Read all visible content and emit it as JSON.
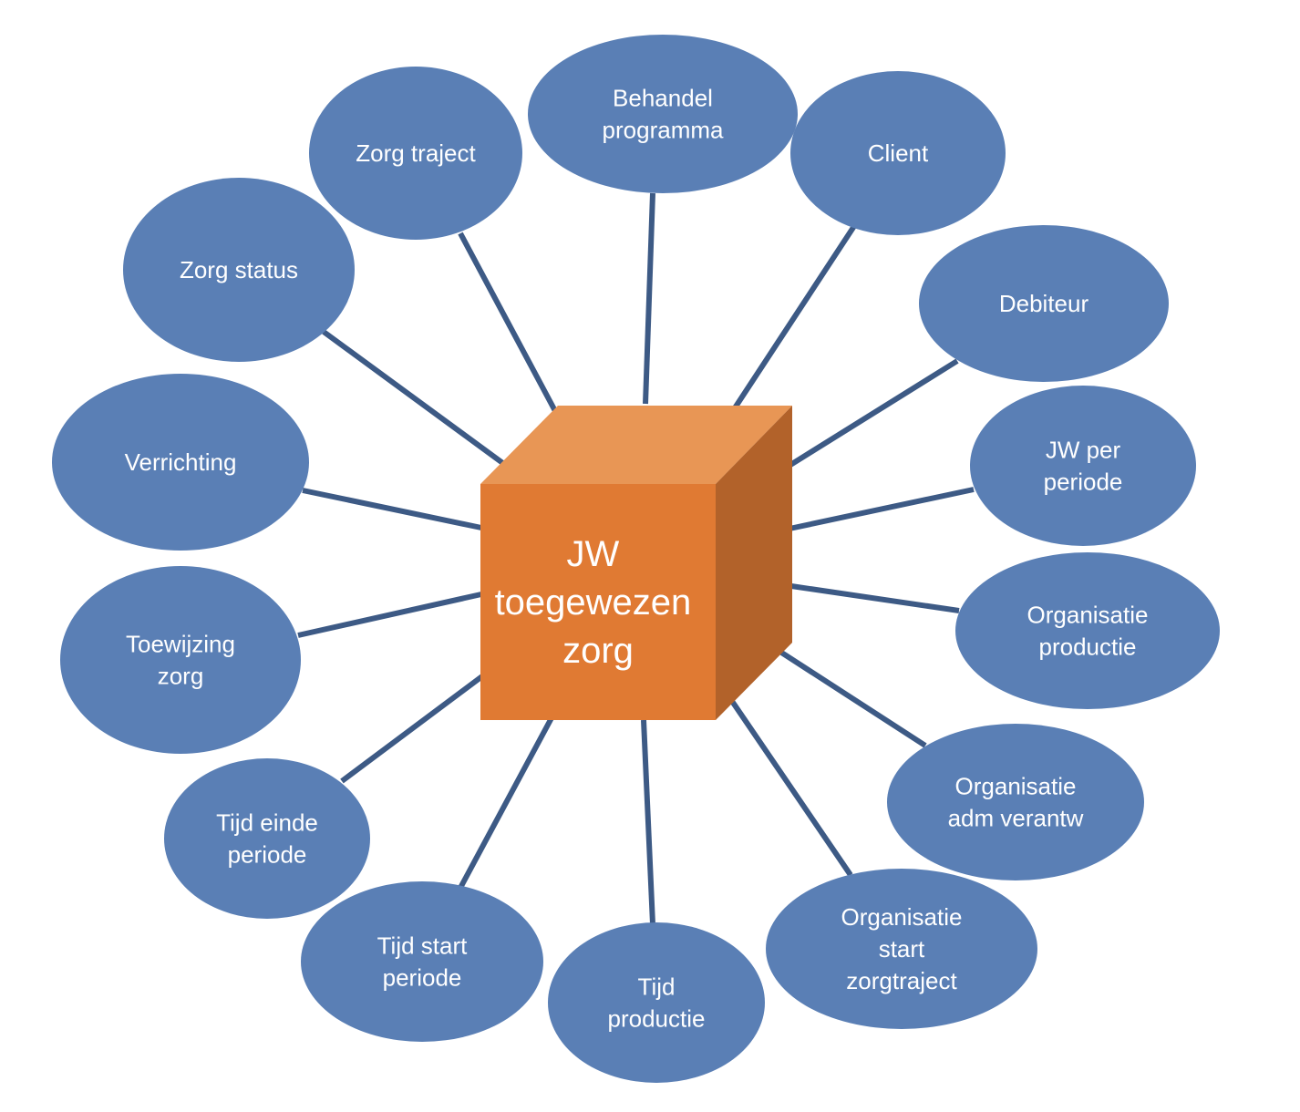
{
  "colors": {
    "node_fill": "#5a7fb5",
    "connector": "#3d5a85",
    "cube_front": "#e07a33",
    "cube_top": "#e89655",
    "cube_side": "#b2622a"
  },
  "center": {
    "label_lines": [
      "JW",
      "toegewezen",
      "zorg"
    ]
  },
  "nodes": [
    {
      "id": "behandel-programma",
      "lines": [
        "Behandel",
        "programma"
      ]
    },
    {
      "id": "client",
      "lines": [
        "Client"
      ]
    },
    {
      "id": "debiteur",
      "lines": [
        "Debiteur"
      ]
    },
    {
      "id": "jw-per-periode",
      "lines": [
        "JW per",
        "periode"
      ]
    },
    {
      "id": "organisatie-productie",
      "lines": [
        "Organisatie",
        "productie"
      ]
    },
    {
      "id": "organisatie-adm-verantw",
      "lines": [
        "Organisatie",
        "adm verantw"
      ]
    },
    {
      "id": "organisatie-start-zorgtraject",
      "lines": [
        "Organisatie",
        "start",
        "zorgtraject"
      ]
    },
    {
      "id": "tijd-productie",
      "lines": [
        "Tijd",
        "productie"
      ]
    },
    {
      "id": "tijd-start-periode",
      "lines": [
        "Tijd start",
        "periode"
      ]
    },
    {
      "id": "tijd-einde-periode",
      "lines": [
        "Tijd einde",
        "periode"
      ]
    },
    {
      "id": "toewijzing-zorg",
      "lines": [
        "Toewijzing",
        "zorg"
      ]
    },
    {
      "id": "verrichting",
      "lines": [
        "Verrichting"
      ]
    },
    {
      "id": "zorg-status",
      "lines": [
        "Zorg status"
      ]
    },
    {
      "id": "zorg-traject",
      "lines": [
        "Zorg traject"
      ]
    }
  ]
}
